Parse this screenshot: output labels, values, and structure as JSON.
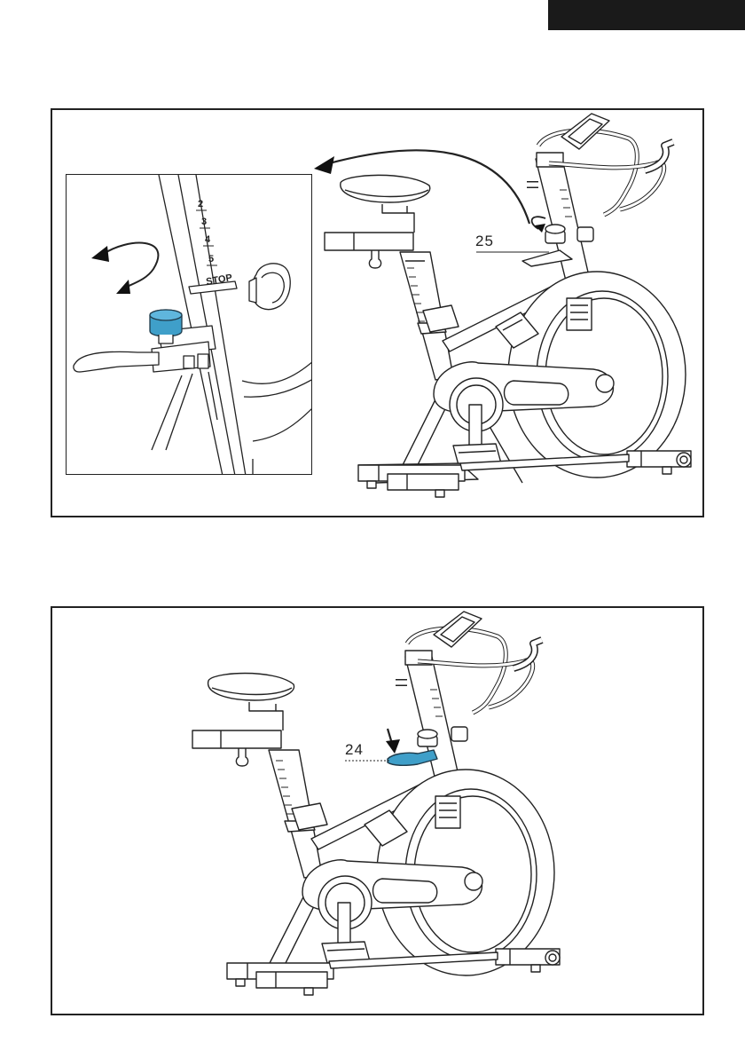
{
  "header": {
    "tab_text": ""
  },
  "step1": {
    "callout_number": "25",
    "inset_scale": [
      "2",
      "3",
      "4",
      "5"
    ],
    "inset_stop": "STOP",
    "highlight_color": "#3f9fc9"
  },
  "step2": {
    "callout_number": "24",
    "highlight_color": "#3f9fc9"
  }
}
